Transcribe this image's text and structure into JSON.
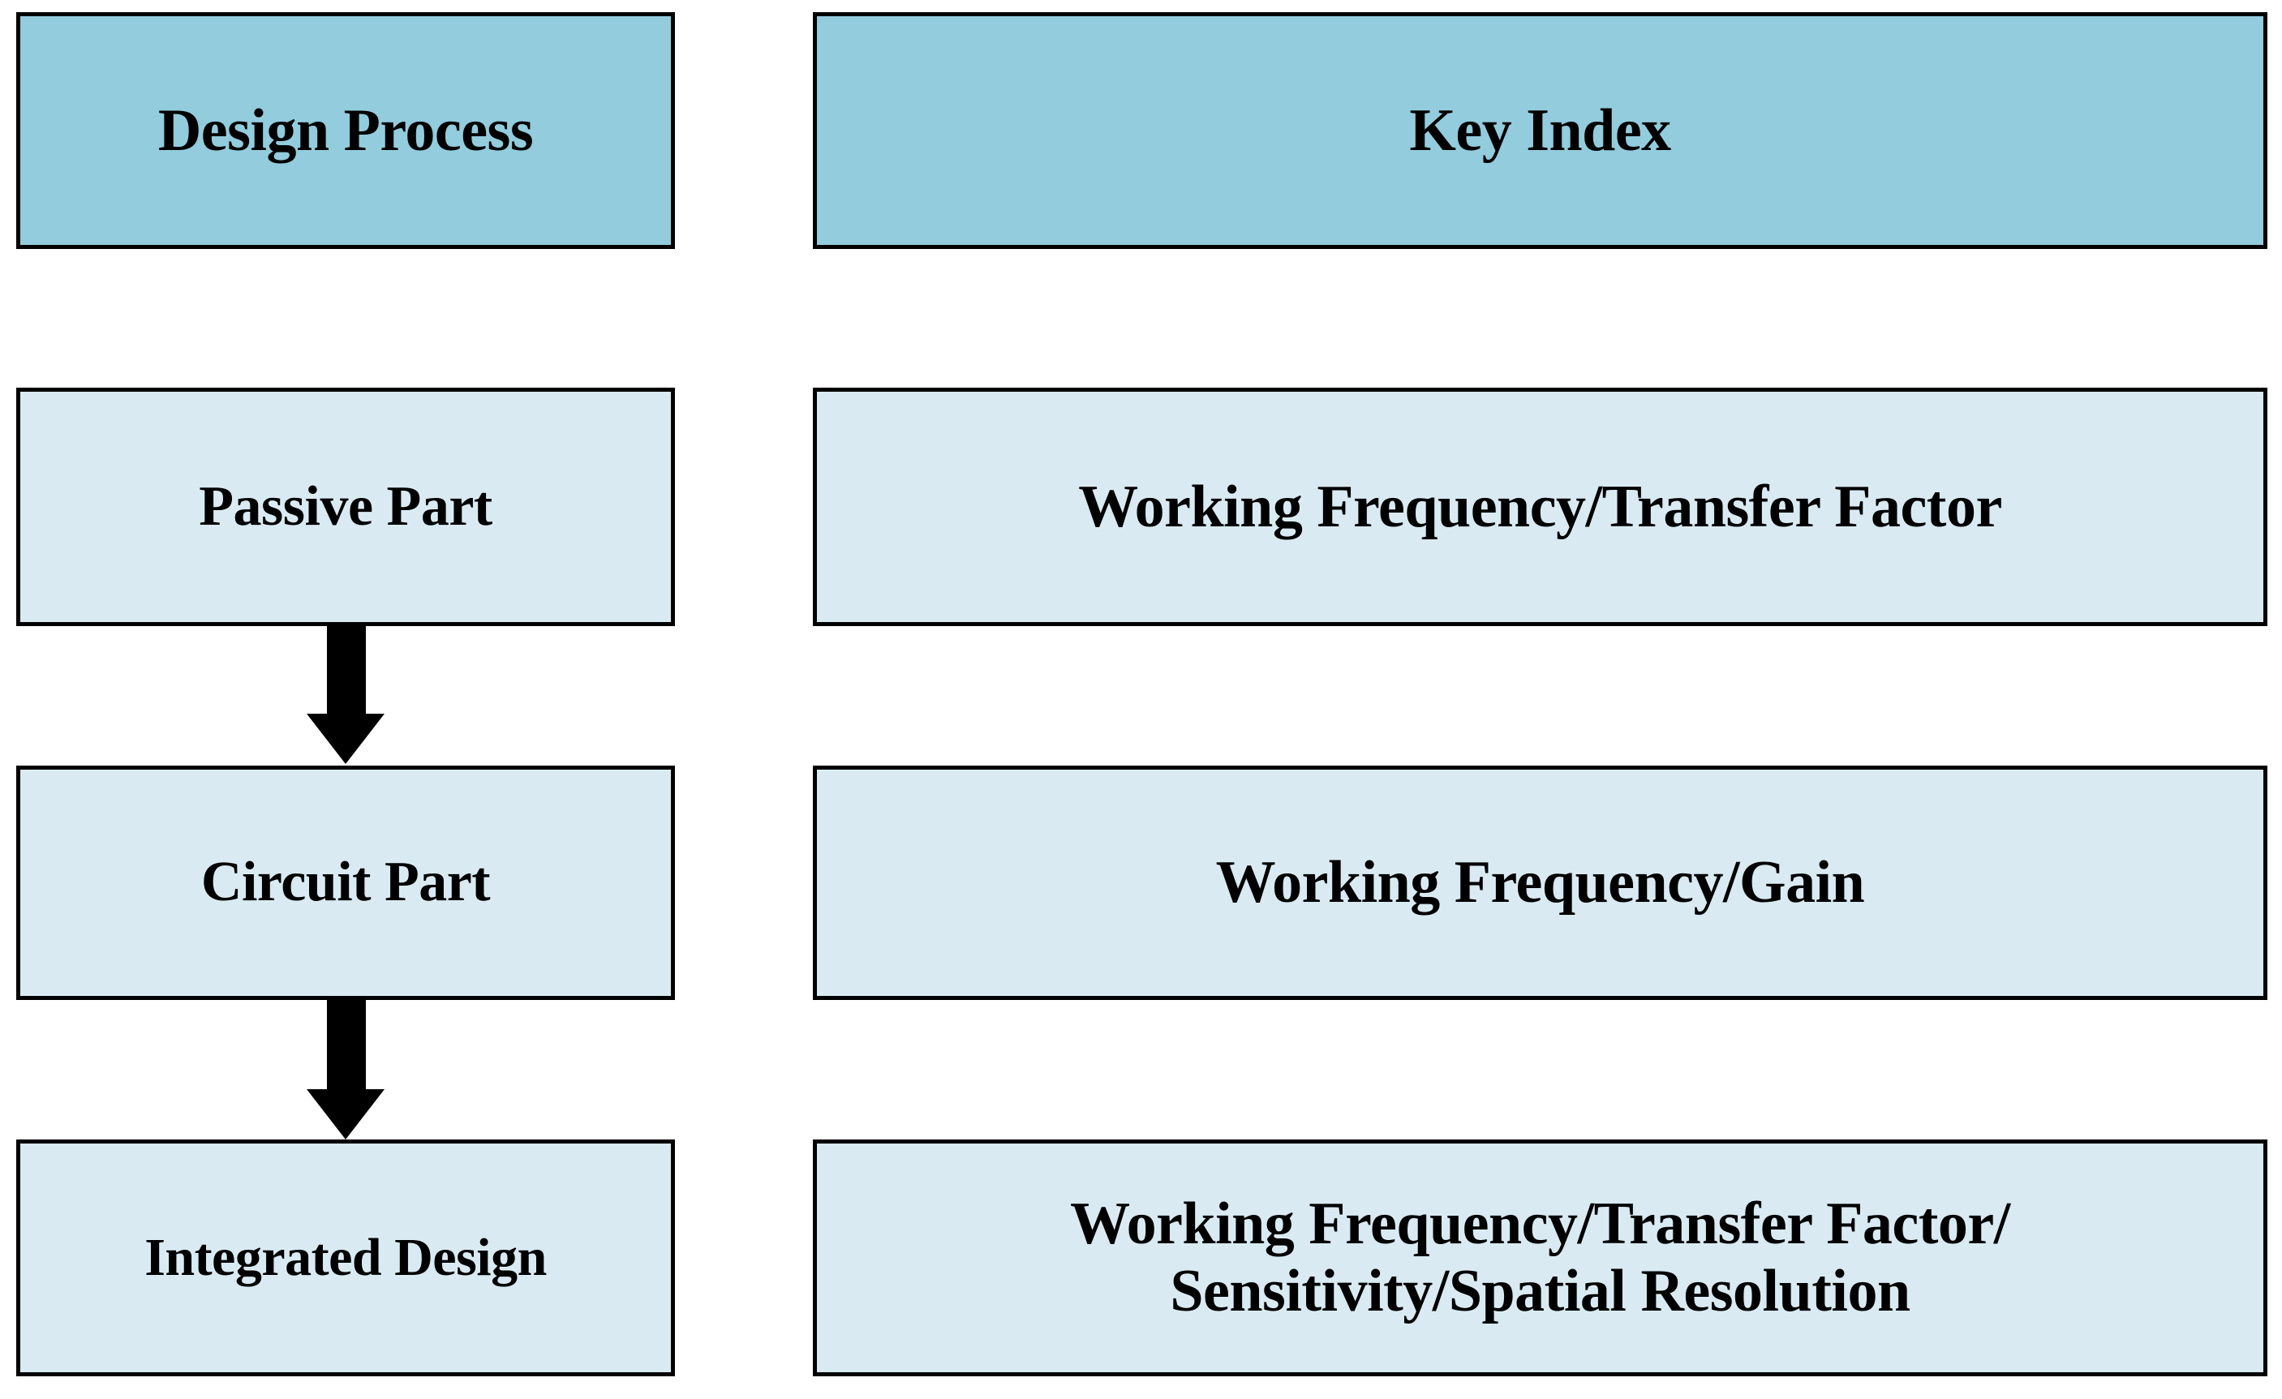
{
  "diagram": {
    "type": "flowchart-table",
    "columns": [
      {
        "id": "design-process",
        "header": "Design Process"
      },
      {
        "id": "key-index",
        "header": "Key Index"
      }
    ],
    "rows": [
      {
        "id": "passive-part",
        "process": "Passive Part",
        "index": "Working Frequency/Transfer Factor"
      },
      {
        "id": "circuit-part",
        "process": "Circuit Part",
        "index": "Working Frequency/Gain"
      },
      {
        "id": "integrated-design",
        "process": "Integrated Design",
        "index_line_1": "Working Frequency/Transfer Factor/",
        "index_line_2": "Sensitivity/Spatial Resolution",
        "index": "Working Frequency/Transfer Factor/\nSensitivity/Spatial Resolution"
      }
    ],
    "arrows": [
      {
        "id": "arrow-passive-to-circuit",
        "from": "passive-part",
        "to": "circuit-part",
        "direction": "down"
      },
      {
        "id": "arrow-circuit-to-integrated",
        "from": "circuit-part",
        "to": "integrated-design",
        "direction": "down"
      }
    ],
    "colors": {
      "header_fill": "#92ccdd",
      "body_fill": "#d9eaf2",
      "border": "#000000",
      "text": "#000000",
      "background": "#ffffff",
      "arrow": "#000000"
    }
  }
}
